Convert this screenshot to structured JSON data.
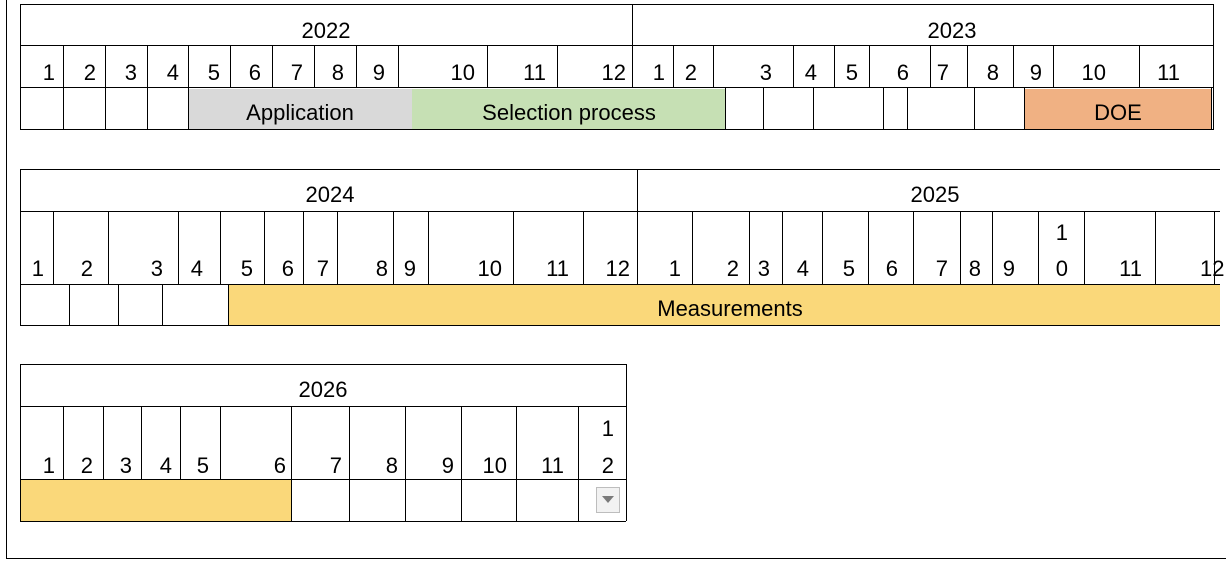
{
  "timeline": {
    "row1": {
      "years": [
        "2022",
        "2023"
      ],
      "months_2022": [
        "1",
        "2",
        "3",
        "4",
        "5",
        "6",
        "7",
        "8",
        "9",
        "10",
        "11",
        "12"
      ],
      "months_2023": [
        "1",
        "2",
        "3",
        "4",
        "5",
        "6",
        "7",
        "8",
        "9",
        "10",
        "11"
      ],
      "phases": [
        {
          "label": "Application",
          "color": "#d9d9d9"
        },
        {
          "label": "Selection process",
          "color": "#c6e0b4"
        },
        {
          "label": "DOE",
          "color": "#f0b183"
        }
      ]
    },
    "row2": {
      "years": [
        "2024",
        "2025"
      ],
      "months_2024": [
        "1",
        "2",
        "3",
        "4",
        "5",
        "6",
        "7",
        "8",
        "9",
        "10",
        "11",
        "12"
      ],
      "months_2025": [
        "1",
        "2",
        "3",
        "4",
        "5",
        "6",
        "7",
        "8",
        "9",
        "1",
        "0",
        "11",
        "12"
      ],
      "phases": [
        {
          "label": "Measurements",
          "color": "#fad87a"
        }
      ]
    },
    "row3": {
      "years": [
        "2026"
      ],
      "months_2026": [
        "1",
        "2",
        "3",
        "4",
        "5",
        "6",
        "7",
        "8",
        "9",
        "10",
        "11",
        "1",
        "2"
      ],
      "phases": [
        {
          "label": "",
          "color": "#fad87a"
        }
      ]
    }
  },
  "dropdown": {
    "icon": "dropdown-arrow-icon"
  }
}
